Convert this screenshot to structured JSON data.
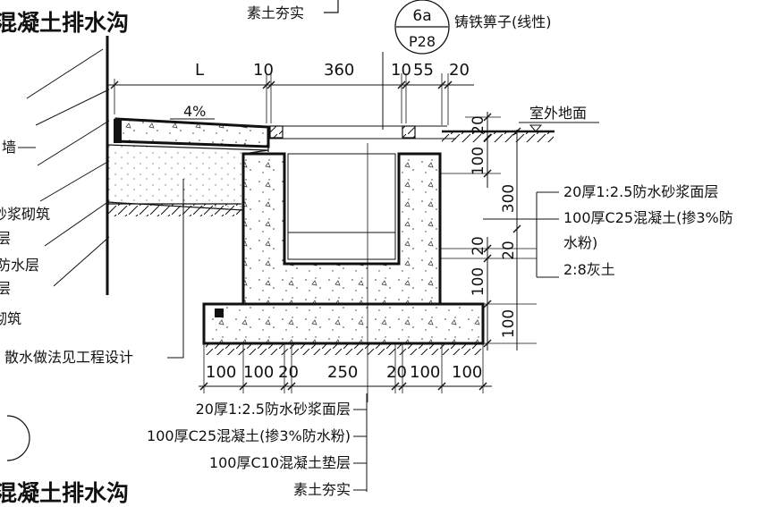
{
  "titles": {
    "top": "混凝土排水沟",
    "bottom": "混凝土排水沟"
  },
  "top_note": "素土夯实",
  "detail_ref": {
    "number": "6a",
    "page": "P28"
  },
  "grate_label": "铸铁箅子(线性)",
  "ground_label": "室外地面",
  "slope": "4%",
  "top_dims": [
    "L",
    "10",
    "360",
    "10",
    "55",
    "20"
  ],
  "bottom_dims": [
    "100",
    "100",
    "20",
    "250",
    "20",
    "100",
    "100"
  ],
  "right_dims": [
    "20",
    "100",
    "300",
    "20",
    "20",
    "100",
    "100"
  ],
  "right_notes": [
    "20厚1:2.5防水砂浆面层",
    "100厚C25混凝土(掺3%防",
    "水粉)",
    "2:8灰土"
  ],
  "left_notes": [
    "墙",
    "砂浆砌筑",
    "层",
    "防水层",
    "层",
    "砌筑"
  ],
  "apron_note": "散水做法见工程设计",
  "bottom_notes": [
    "20厚1:2.5防水砂浆面层",
    "100厚C25混凝土(掺3%防水粉)",
    "100厚C10混凝土垫层",
    "素土夯实"
  ]
}
